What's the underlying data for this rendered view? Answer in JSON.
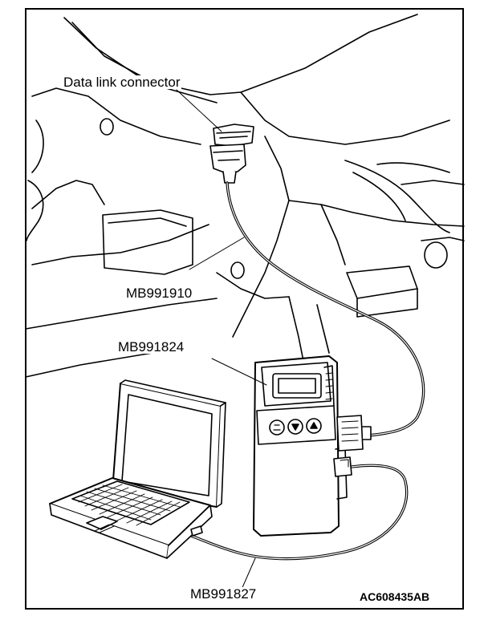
{
  "labels": {
    "data_link_connector": "Data link connector",
    "mb991910": "MB991910",
    "mb991824": "MB991824",
    "mb991827": "MB991827"
  },
  "figure_code": "AC608435AB"
}
